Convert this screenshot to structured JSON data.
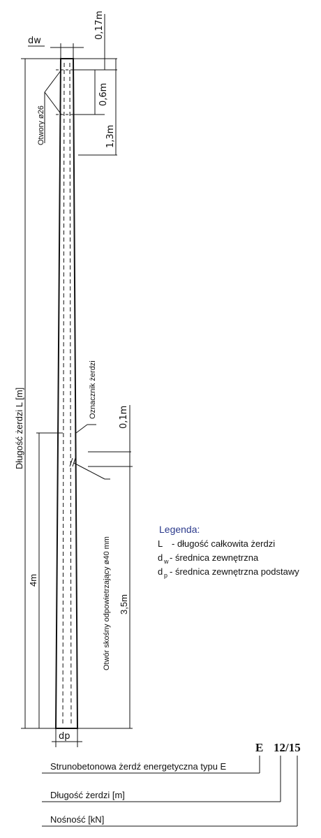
{
  "dimensions": {
    "dw": "dw",
    "dp": "dp",
    "top_offset": "0,17m",
    "holes_spacing": "0,6m",
    "holes_zone": "1,3m",
    "marker_offset": "0,1m",
    "vent_height": "3,5m",
    "marker_height": "4m",
    "total_length": "Długość żerdzi L [m]"
  },
  "labels": {
    "holes": "Otwory ø26",
    "marker": "Oznacznik żerdzi",
    "vent_hole": "Otwór skośny odpowietrzający ø40 mm"
  },
  "legend": {
    "title": "Legenda:",
    "items": [
      {
        "symbol": "L",
        "sub": "",
        "text": "- długość całkowita żerdzi"
      },
      {
        "symbol": "d",
        "sub": "w",
        "text": "- średnica zewnętrzna"
      },
      {
        "symbol": "d",
        "sub": "p",
        "text": "- średnica zewnętrzna podstawy"
      }
    ]
  },
  "designation": {
    "code_letter": "E",
    "code_numbers": "12/15",
    "line1": "Strunobetonowa żerdź energetyczna typu E",
    "line2": "Długość żerdzi [m]",
    "line3": "Nośność [kN]"
  }
}
